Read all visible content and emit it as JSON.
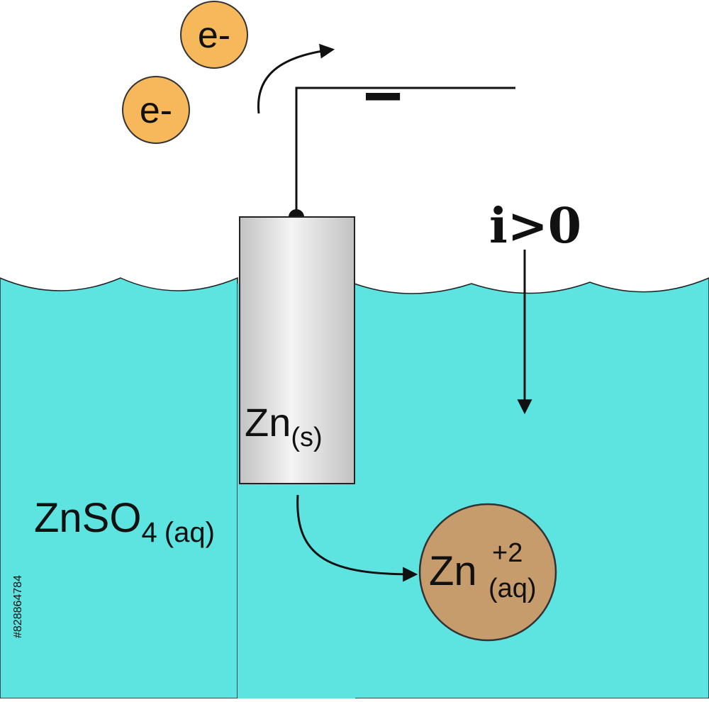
{
  "colors": {
    "solution": "#5de3e0",
    "electron": "#f7b85c",
    "zinc_ion": "#c69c6d",
    "electrode_light": "#f4f4f4",
    "electrode_dark": "#c2c2c2",
    "line": "#111111"
  },
  "electrons": [
    {
      "label": "e-"
    },
    {
      "label": "e-"
    }
  ],
  "terminal": {
    "sign": "−"
  },
  "current": {
    "label": "i>0"
  },
  "electrode": {
    "base": "Zn",
    "state": "(s)"
  },
  "solution": {
    "formula": "ZnSO",
    "subscript": "4",
    "state": "(aq)"
  },
  "ion": {
    "base": "Zn",
    "charge": "+2",
    "state": "(aq)"
  },
  "watermark": {
    "id": "#828864784"
  }
}
